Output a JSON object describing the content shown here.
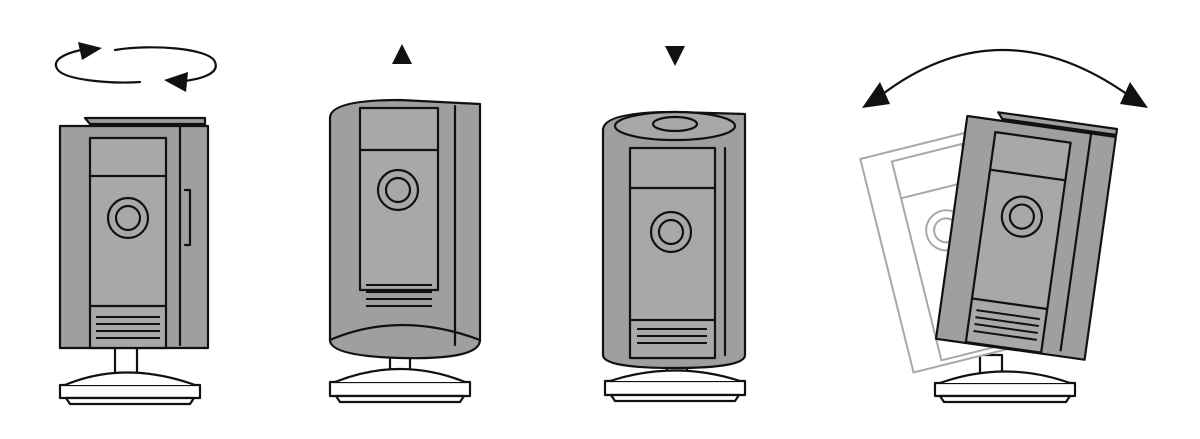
{
  "figure": {
    "panels": [
      {
        "id": "swivel",
        "motion-icon": "rotate-arrows-icon"
      },
      {
        "id": "tilt-up",
        "motion-icon": "triangle-up-icon"
      },
      {
        "id": "tilt-down",
        "motion-icon": "triangle-down-icon"
      },
      {
        "id": "side-tilt",
        "motion-icon": "curved-double-arrow-icon"
      }
    ],
    "colors": {
      "body": "#9f9fa2",
      "panel": "#a8a8ab",
      "outline": "#111111",
      "base": "#ffffff",
      "ghost-outline": "#a8a8a8"
    }
  }
}
